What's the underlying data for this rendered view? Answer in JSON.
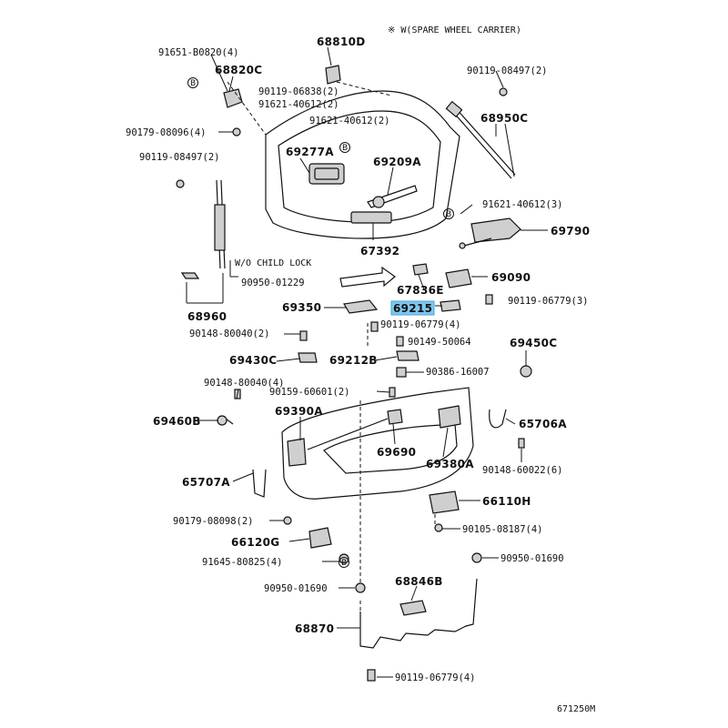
{
  "header_note": "※ W(SPARE WHEEL CARRIER)",
  "child_lock_note": "W/O CHILD LOCK",
  "ref_marker": "B",
  "highlight_color": "#7ec8f0",
  "highlighted_part": "69215",
  "figure_code": "671250M",
  "labels": {
    "p91651_b0820": "91651-B0820(4)",
    "p68810d": "68810D",
    "p68820c": "68820C",
    "p90119_06838": "90119-06838(2)",
    "p91621_40612_a": "91621-40612(2)",
    "p91621_40612_b": "91621-40612(2)",
    "p90179_08096": "90179-08096(4)",
    "p69277a": "69277A",
    "p69209a": "69209A",
    "p90119_08497_a": "90119-08497(2)",
    "p90119_08497_b": "90119-08497(2)",
    "p68950c": "68950C",
    "p91621_40612_c": "91621-40612(3)",
    "p69790": "69790",
    "p67392": "67392",
    "p90950_01229": "90950-01229",
    "p69090": "69090",
    "p67836e": "67836E",
    "p69215": "69215",
    "p90119_06779_a": "90119-06779(3)",
    "p68960": "68960",
    "p69350": "69350",
    "p90119_06779_b": "90119-06779(4)",
    "p90148_80040_a": "90148-80040(2)",
    "p90149_50064": "90149-50064",
    "p69450c": "69450C",
    "p69430c": "69430C",
    "p69212b": "69212B",
    "p90386_16007": "90386-16007",
    "p90148_80040_b": "90148-80040(4)",
    "p90159_60601": "90159-60601(2)",
    "p69460b": "69460B",
    "p69390a": "69390A",
    "p65706a": "65706A",
    "p69690": "69690",
    "p69380a": "69380A",
    "p90148_60022": "90148-60022(6)",
    "p65707a": "65707A",
    "p66110h": "66110H",
    "p90179_08098": "90179-08098(2)",
    "p90105_08187": "90105-08187(4)",
    "p66120g": "66120G",
    "p90950_01690_a": "90950-01690",
    "p91645_80825": "91645-80825(4)",
    "p68846b": "68846B",
    "p90950_01690_b": "90950-01690",
    "p68870": "68870",
    "p90119_06779_c": "90119-06779(4)"
  }
}
